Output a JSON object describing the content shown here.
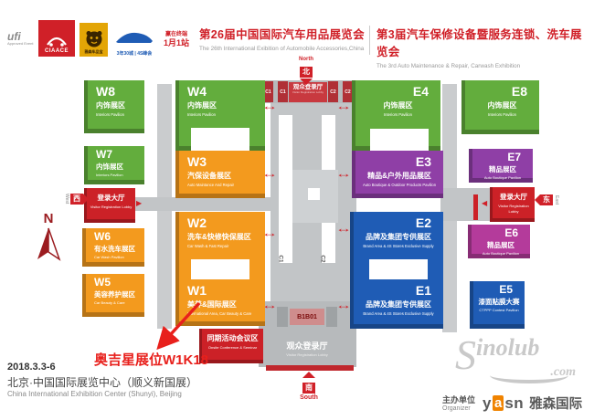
{
  "header": {
    "logos": {
      "ufi_name": "ufi",
      "ufi_sub": "Approved Event",
      "ciaace": "CIAACE",
      "tiger_label": "雅森车品宝",
      "car_label": "3年30城 | 4S峰会",
      "slogan_line1": "赢在终端",
      "slogan_line2": "1月1站"
    },
    "title_left_cn": "第26届中国国际汽车用品展览会",
    "title_left_en": "The 26th International Exibition of Automobile Accessories,China",
    "title_right_cn": "第3届汽车保修设备暨服务连锁、洗车展览会",
    "title_right_en": "The 3rd Auto Maintenance & Repair, Carwash Exhibition"
  },
  "map": {
    "compass": "N",
    "north_word": "North",
    "north_char": "北",
    "south_word": "South",
    "south_char": "南",
    "west_word": "West",
    "west_char": "西",
    "east_word": "East",
    "east_char": "东",
    "top_lobby": {
      "tabs": [
        "C1",
        "C1",
        "C2",
        "C2"
      ],
      "cn": "观众登录厅",
      "en": "Visitor Registration Lobby"
    },
    "corridor": {
      "c1": "C1",
      "c2": "C2"
    },
    "bottom_lobby": {
      "block": "B1B01",
      "cn": "观众登录厅",
      "en": "Visitor Registration Lobby"
    },
    "west_lobby": {
      "cn": "登录大厅",
      "en": "Visitor Registration Lobby"
    },
    "east_lobby": {
      "cn": "登录大厅",
      "en": "Visitor Registration Lobby"
    },
    "conference": {
      "cn": "同期活动会议区",
      "en": "Onsite Conference & Seminar"
    },
    "halls": [
      {
        "id": "W8",
        "cn": "内饰展区",
        "en": "Interiors Pavilion"
      },
      {
        "id": "W7",
        "cn": "内饰展区",
        "en": "Interiors Pavilion"
      },
      {
        "id": "W6",
        "cn": "有水洗车展区",
        "en": "Car Wash Pavilion"
      },
      {
        "id": "W5",
        "cn": "美容养护展区",
        "en": "Car Beauty & Care"
      },
      {
        "id": "W4",
        "cn": "内饰展区",
        "en": "Interiors Pavilion"
      },
      {
        "id": "W3",
        "cn": "汽保设备展区",
        "en": "Auto Maintance And Repair"
      },
      {
        "id": "W2",
        "cn": "洗车&快修快保展区",
        "en": "Car Wash & Fast Repair"
      },
      {
        "id": "W1",
        "cn": "美养&国际展区",
        "en": "International Area, Car Beauty & Care"
      },
      {
        "id": "E4",
        "cn": "内饰展区",
        "en": "Interiors Pavilion"
      },
      {
        "id": "E3",
        "cn": "精品&户外用品展区",
        "en": "Auto Boutique & Outdoor Products Pavilion"
      },
      {
        "id": "E2",
        "cn": "品牌及集团专供展区",
        "en": "Brand Area & 4S Stores Exclusive Supply"
      },
      {
        "id": "E1",
        "cn": "品牌及集团专供展区",
        "en": "Brand Area & 4S Stores Exclusive Supply"
      },
      {
        "id": "E8",
        "cn": "内饰展区",
        "en": "Interiors Pavilion"
      },
      {
        "id": "E7",
        "cn": "精品展区",
        "en": "Auto Boutique Pavilion"
      },
      {
        "id": "E6",
        "cn": "精品展区",
        "en": "Auto Boutique Pavilion"
      },
      {
        "id": "E5",
        "cn": "漆面贴膜大赛",
        "en": "CTPPP Contest Pavilion"
      }
    ],
    "annotation": "奥吉星展位W1K18"
  },
  "footer": {
    "date": "2018.3.3-6",
    "venue_cn": "北京·中国国际展览中心（顺义新国展）",
    "venue_en": "China International Exhibition Center (Shunyi), Beijing",
    "organizer_cn": "主办单位",
    "organizer_en": "Organizer",
    "logo_pre": "y",
    "logo_a": "a",
    "logo_post": "sn",
    "organizer_name": "雅森国际",
    "watermark_cap": "S",
    "watermark_rest": "inolub",
    "watermark_com": ".com"
  },
  "icons": {
    "double_arrow": "↔",
    "right_arrow": "▶",
    "left_arrow": "◀"
  },
  "colors": {
    "green": "#63ad3d",
    "orange": "#f39a1e",
    "blue": "#1f5cb5",
    "purple": "#8f3fa6",
    "magenta": "#b43b9b",
    "red_block": "#cc2127",
    "gray": "#c2c5c7",
    "accent": "#d02028"
  }
}
